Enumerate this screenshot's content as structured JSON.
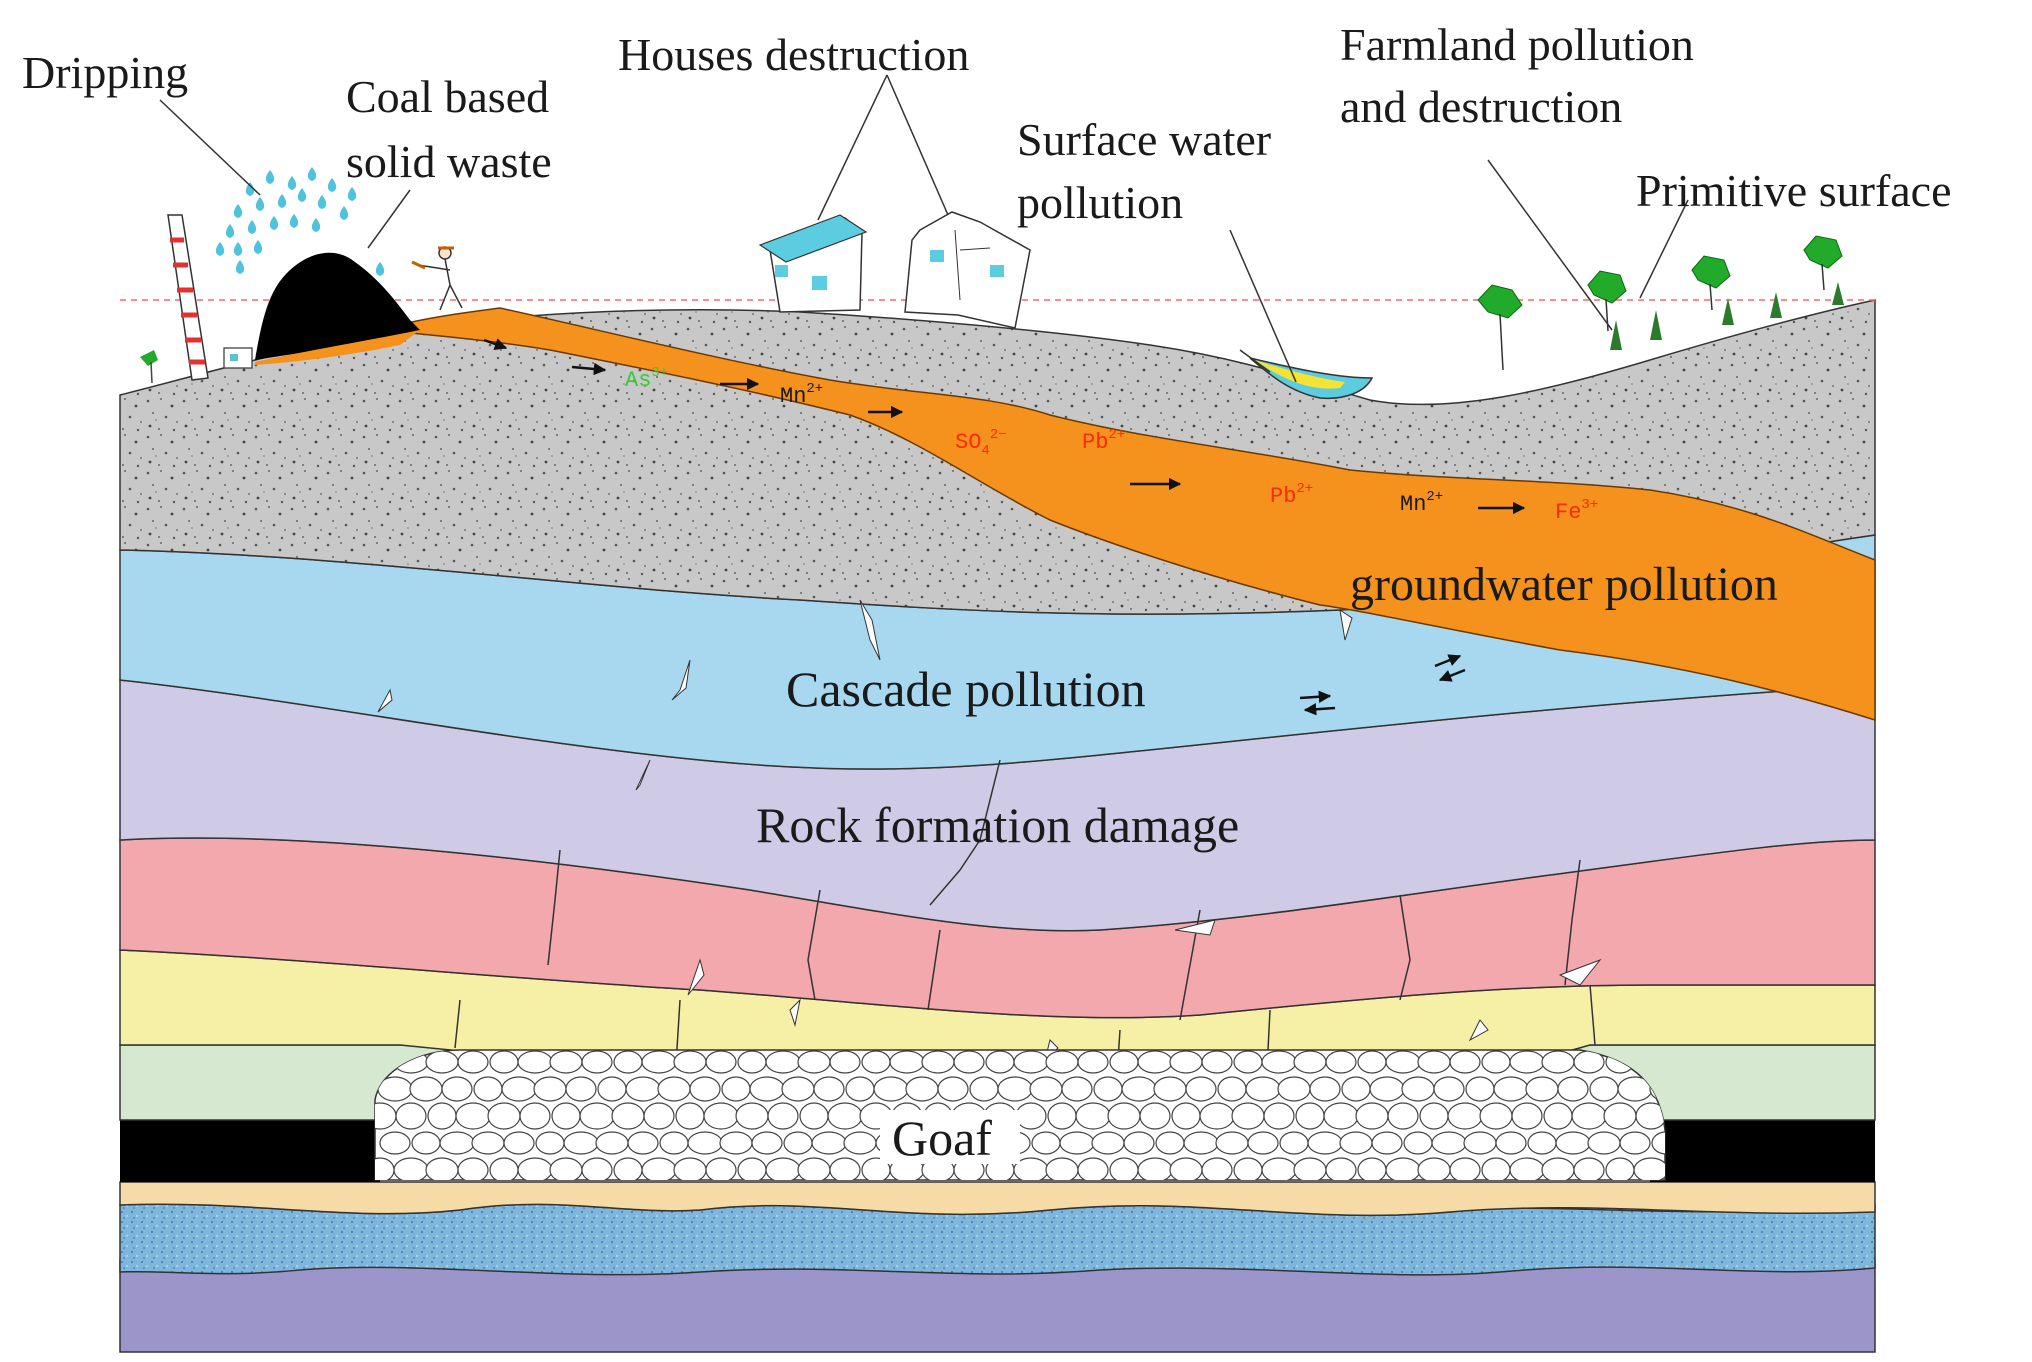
{
  "labels": {
    "dripping": "Dripping",
    "coal_waste_1": "Coal based",
    "coal_waste_2": "solid waste",
    "houses": "Houses destruction",
    "surface_water_1": "Surface water",
    "surface_water_2": "pollution",
    "farmland_1": "Farmland pollution",
    "farmland_2": "and destruction",
    "primitive_surface": "Primitive surface",
    "groundwater": "groundwater pollution",
    "cascade": "Cascade pollution",
    "rock_damage": "Rock formation damage",
    "goaf": "Goaf"
  },
  "ions": [
    {
      "base": "As",
      "charge": "3+",
      "color": "#33cc33"
    },
    {
      "base": "Mn",
      "charge": "2+",
      "color": "#1a1a1a"
    },
    {
      "base": "SO",
      "sub": "4",
      "charge": "2−",
      "color": "#ff2a00"
    },
    {
      "base": "Pb",
      "charge": "2+",
      "color": "#ff2a00"
    },
    {
      "base": "Pb",
      "charge": "2+",
      "color": "#ff2a00"
    },
    {
      "base": "Mn",
      "charge": "2+",
      "color": "#1a1a1a"
    },
    {
      "base": "Fe",
      "charge": "3+",
      "color": "#ff2a00"
    }
  ],
  "colors": {
    "soil": "#c8c8c8",
    "groundwater": "#f5921e",
    "aquifer": "#a8d8ef",
    "rock_purple": "#cfcbe6",
    "rock_pink": "#f3a8ae",
    "rock_yellow": "#f5f0a6",
    "rock_green": "#d6e8cf",
    "coal_seam": "#000000",
    "sand_layer": "#f7dba6",
    "water_dotted": "#7fb6dc",
    "bedrock": "#9b95c9",
    "surface_line": "#ff6666"
  }
}
